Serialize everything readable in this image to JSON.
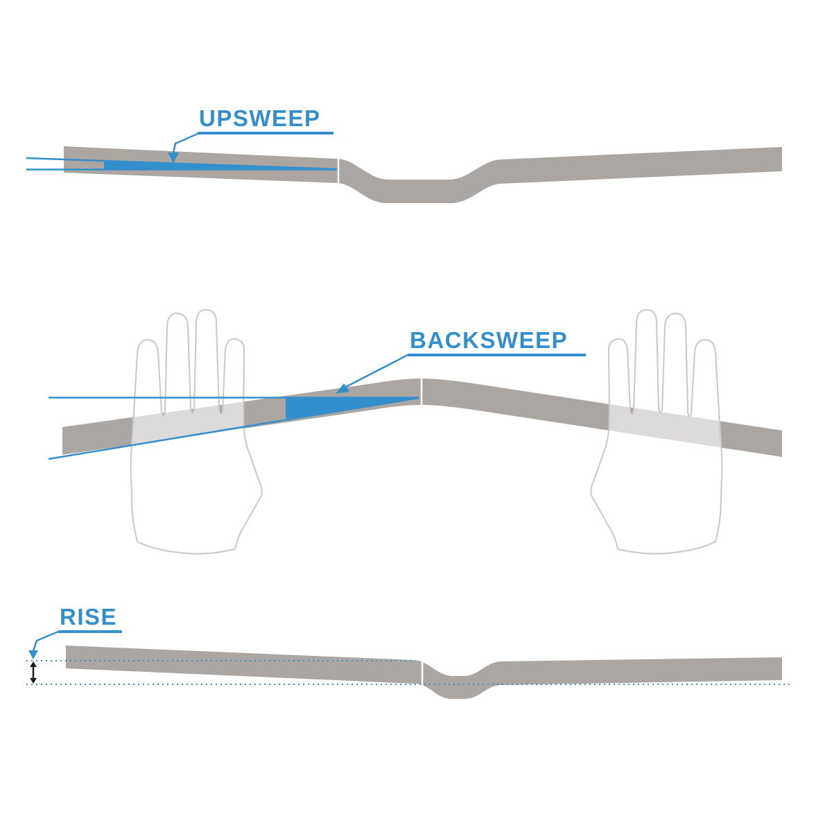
{
  "labels": {
    "upsweep": "UPSWEEP",
    "backsweep": "BACKSWEEP",
    "rise": "RISE"
  },
  "colors": {
    "accent_blue": "#338FCC",
    "bar_gray": "#ABA6A2",
    "hand_outline": "#CCCCCC",
    "measure_black": "#1A1A1A",
    "background": "#FFFFFF"
  },
  "diagram": {
    "subject": "bicycle handlebar geometry",
    "views": [
      {
        "view": "front view",
        "annotation": "UPSWEEP"
      },
      {
        "view": "top view with hands",
        "annotation": "BACKSWEEP"
      },
      {
        "view": "front view with measurement",
        "annotation": "RISE"
      }
    ]
  }
}
